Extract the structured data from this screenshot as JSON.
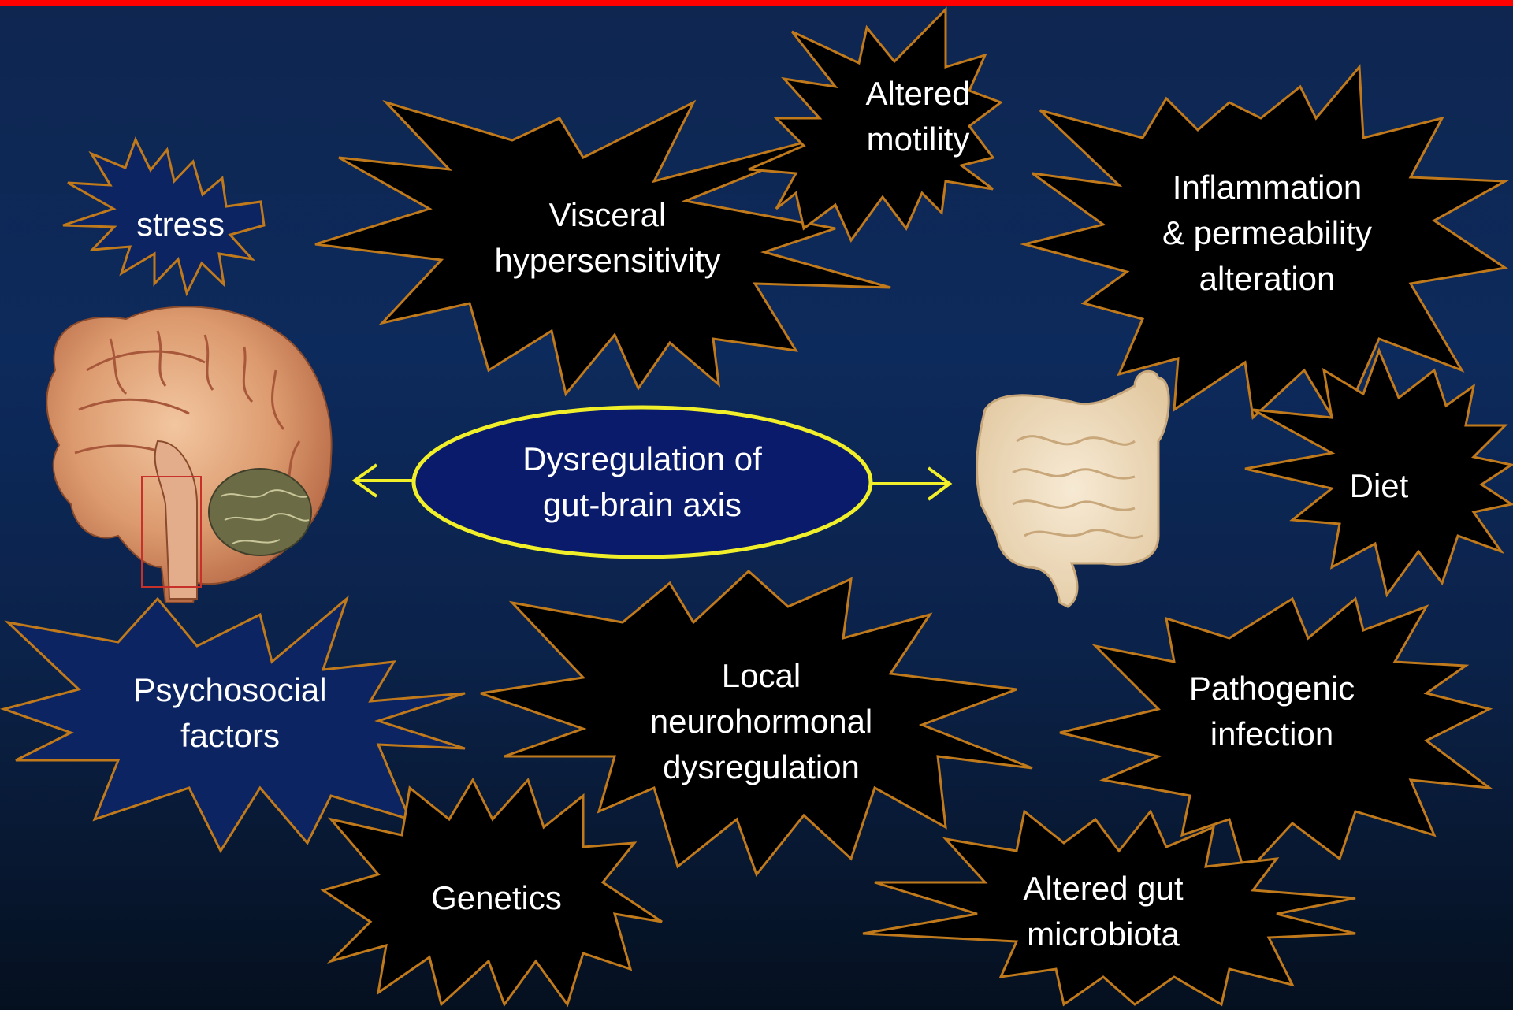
{
  "colors": {
    "background_top": "#0e2650",
    "background_bottom": "#05101f",
    "top_bar": "#ff0000",
    "star_fill": "#000000",
    "star_fill_blue": "#0c2461",
    "star_stroke": "#c07a1c",
    "ellipse_fill": "#0a1b6b",
    "ellipse_stroke": "#f0ef2a",
    "arrow": "#f0ef2a"
  },
  "center": {
    "line1": "Dysregulation of",
    "line2": "gut-brain axis"
  },
  "images": {
    "brain": "brain-sagittal-section",
    "gut": "intestines-illustration"
  },
  "factors": {
    "stress": {
      "line1": "stress"
    },
    "visceral": {
      "line1": "Visceral",
      "line2": "hypersensitivity"
    },
    "motility": {
      "line1": "Altered",
      "line2": "motility"
    },
    "inflammation": {
      "line1": "Inflammation",
      "line2": "& permeability",
      "line3": "alteration"
    },
    "diet": {
      "line1": "Diet"
    },
    "psychosocial": {
      "line1": "Psychosocial",
      "line2": "factors"
    },
    "neurohormonal": {
      "line1": "Local",
      "line2": "neurohormonal",
      "line3": "dysregulation"
    },
    "pathogenic": {
      "line1": "Pathogenic",
      "line2": "infection"
    },
    "genetics": {
      "line1": "Genetics"
    },
    "microbiota": {
      "line1": "Altered gut",
      "line2": "microbiota"
    }
  }
}
